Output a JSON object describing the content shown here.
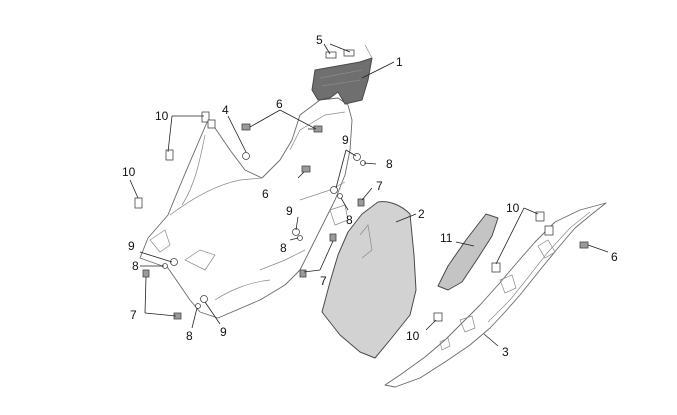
{
  "diagram": {
    "callouts": {
      "c1": "1",
      "c2": "2",
      "c3": "3",
      "c4": "4",
      "c5": "5",
      "c6a": "6",
      "c6b": "6",
      "c6c": "6",
      "c7a": "7",
      "c7b": "7",
      "c7c": "7",
      "c8a": "8",
      "c8b": "8",
      "c8c": "8",
      "c8d": "8",
      "c8e": "8",
      "c9a": "9",
      "c9b": "9",
      "c9c": "9",
      "c9d": "9",
      "c10a": "10",
      "c10b": "10",
      "c10c": "10",
      "c10d": "10",
      "c11": "11"
    },
    "colors": {
      "panel_fill": "#d2d2d2",
      "line": "#6a6a6a",
      "text": "#111111"
    }
  }
}
